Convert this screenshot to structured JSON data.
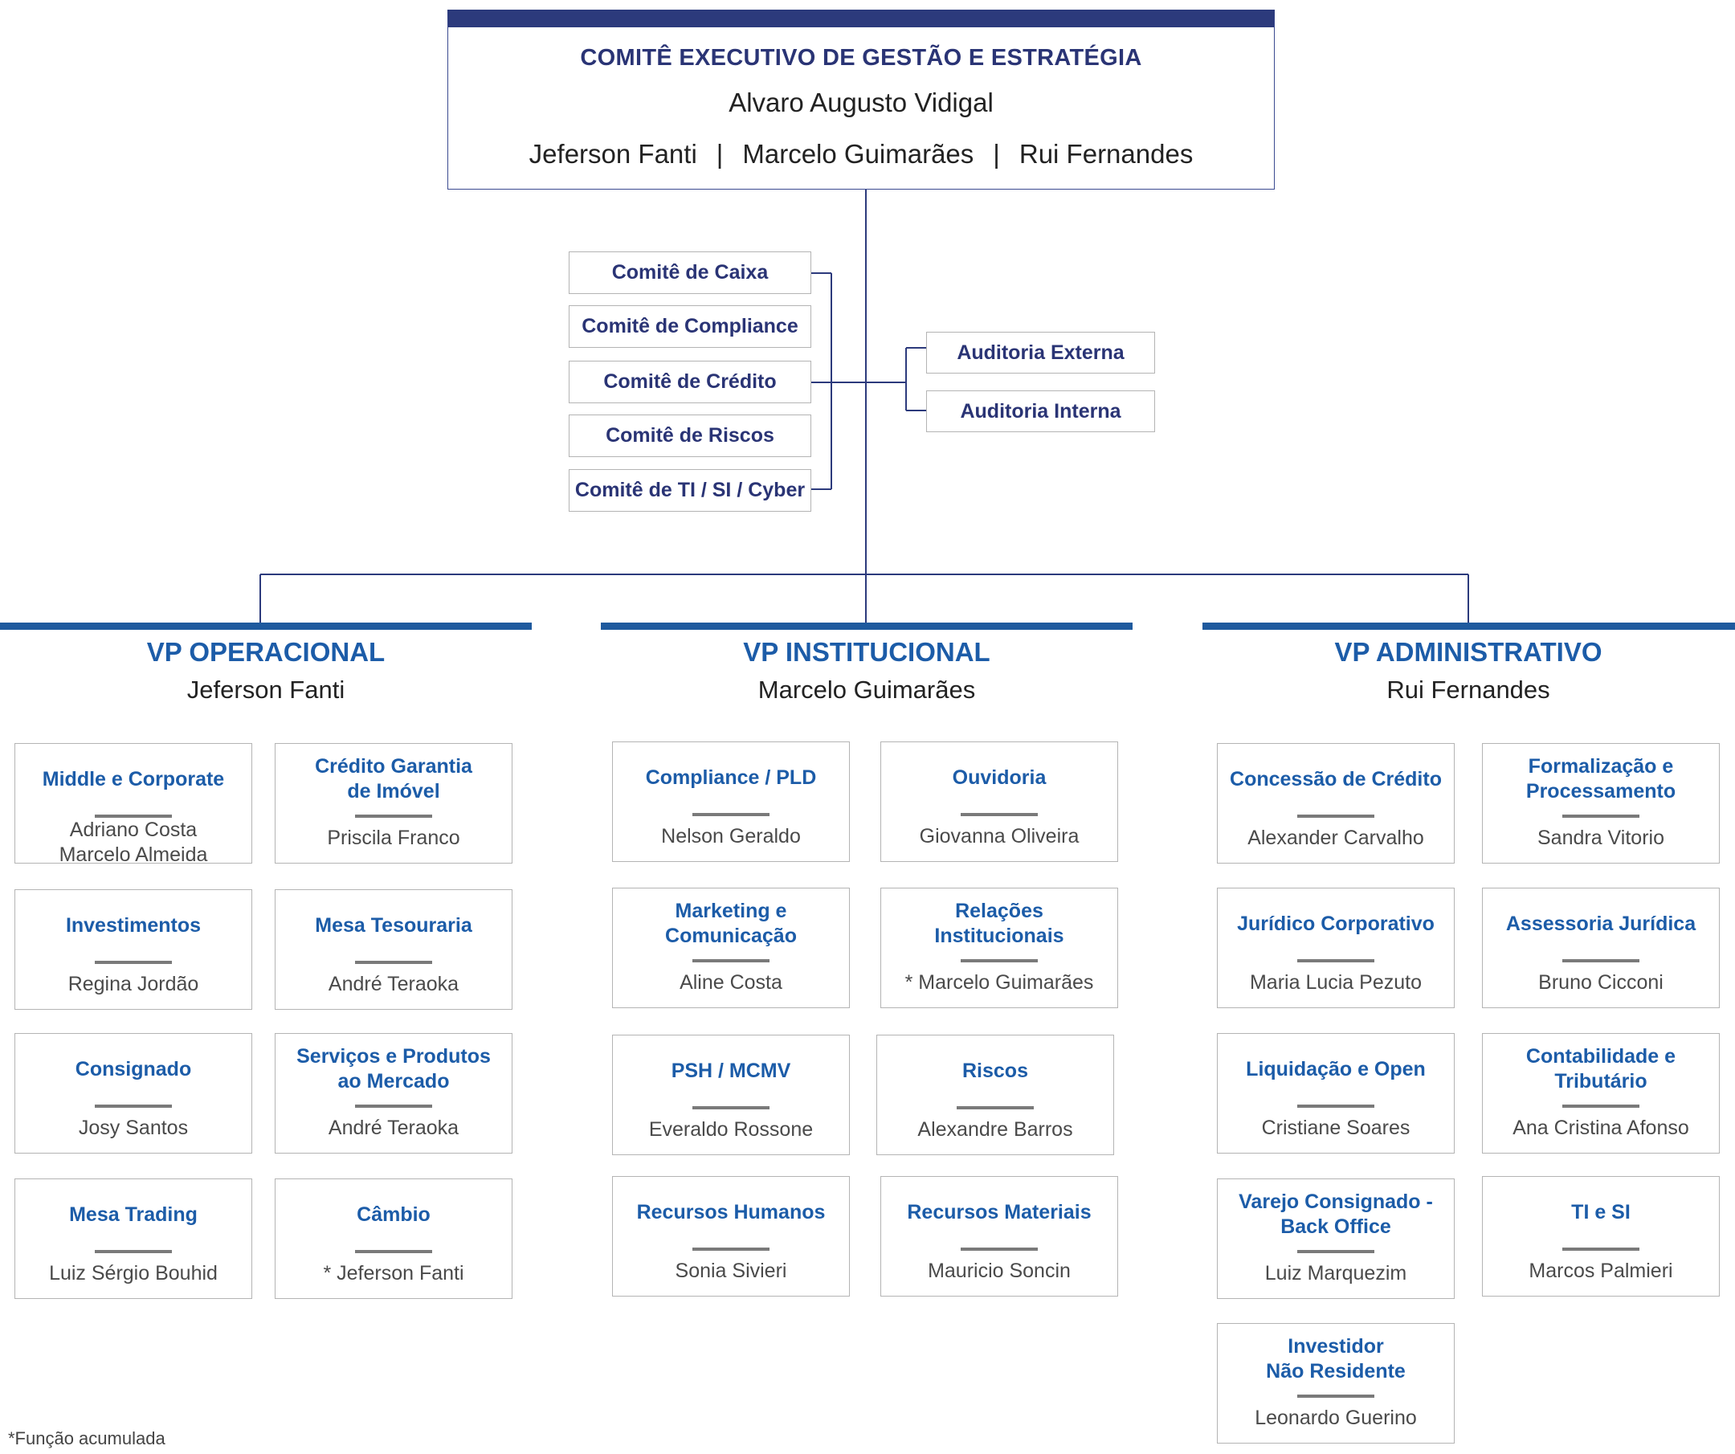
{
  "executive": {
    "title": "COMITÊ EXECUTIVO DE GESTÃO E ESTRATÉGIA",
    "chair": "Alvaro Augusto Vidigal",
    "members": [
      "Jeferson Fanti",
      "Marcelo Guimarães",
      "Rui Fernandes"
    ],
    "separator": "|"
  },
  "committees": [
    "Comitê de Caixa",
    "Comitê de Compliance",
    "Comitê de Crédito",
    "Comitê de Riscos",
    "Comitê de TI / SI / Cyber"
  ],
  "audits": [
    "Auditoria Externa",
    "Auditoria Interna"
  ],
  "vps": [
    {
      "title": "VP OPERACIONAL",
      "name": "Jeferson Fanti",
      "units": [
        {
          "title": "Middle e Corporate",
          "people": "Adriano Costa\nMarcelo Almeida"
        },
        {
          "title": "Crédito Garantia\nde Imóvel",
          "people": "Priscila Franco"
        },
        {
          "title": "Investimentos",
          "people": "Regina Jordão"
        },
        {
          "title": "Mesa Tesouraria",
          "people": "André Teraoka"
        },
        {
          "title": "Consignado",
          "people": "Josy Santos"
        },
        {
          "title": "Serviços e Produtos\nao Mercado",
          "people": "André Teraoka"
        },
        {
          "title": "Mesa Trading",
          "people": "Luiz Sérgio Bouhid"
        },
        {
          "title": "Câmbio",
          "people": "* Jeferson Fanti"
        }
      ]
    },
    {
      "title": "VP INSTITUCIONAL",
      "name": "Marcelo Guimarães",
      "units": [
        {
          "title": "Compliance / PLD",
          "people": "Nelson Geraldo"
        },
        {
          "title": "Ouvidoria",
          "people": "Giovanna Oliveira"
        },
        {
          "title": "Marketing e\nComunicação",
          "people": "Aline Costa"
        },
        {
          "title": "Relações\nInstitucionais",
          "people": "* Marcelo Guimarães"
        },
        {
          "title": "PSH / MCMV",
          "people": "Everaldo Rossone"
        },
        {
          "title": "Riscos",
          "people": "Alexandre Barros"
        },
        {
          "title": "Recursos Humanos",
          "people": "Sonia Sivieri"
        },
        {
          "title": "Recursos Materiais",
          "people": "Mauricio Soncin"
        }
      ]
    },
    {
      "title": "VP ADMINISTRATIVO",
      "name": "Rui Fernandes",
      "units": [
        {
          "title": "Concessão de Crédito",
          "people": "Alexander Carvalho"
        },
        {
          "title": "Formalização e\nProcessamento",
          "people": "Sandra Vitorio"
        },
        {
          "title": "Jurídico Corporativo",
          "people": "Maria Lucia Pezuto"
        },
        {
          "title": "Assessoria Jurídica",
          "people": "Bruno Cicconi"
        },
        {
          "title": "Liquidação e Open",
          "people": "Cristiane Soares"
        },
        {
          "title": "Contabilidade e\nTributário",
          "people": "Ana Cristina Afonso"
        },
        {
          "title": "Varejo Consignado -\nBack Office",
          "people": "Luiz Marquezim"
        },
        {
          "title": "TI e SI",
          "people": "Marcos Palmieri"
        },
        {
          "title": "Investidor\nNão Residente",
          "people": "Leonardo Guerino"
        }
      ]
    }
  ],
  "footnote": "*Função acumulada",
  "colors": {
    "navy": "#2a3475",
    "blue": "#1c5ca8",
    "bar": "#1e5a9e",
    "border": "#b4b4b4"
  }
}
